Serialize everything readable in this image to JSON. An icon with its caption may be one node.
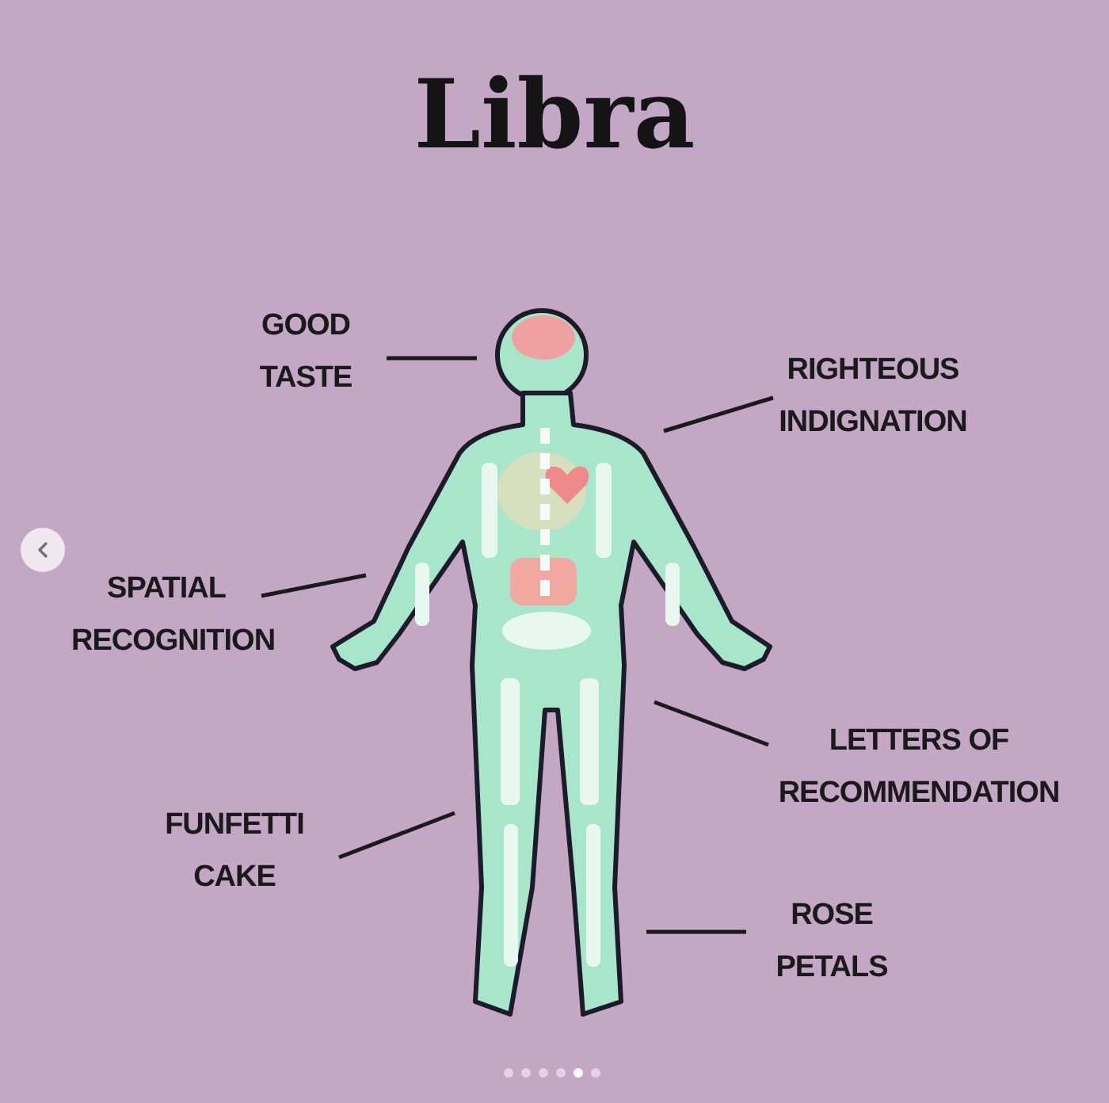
{
  "diagram": {
    "title": "Libra",
    "nodes": [
      {
        "text": [
          "GOOD TASTE"
        ]
      },
      {
        "text": [
          "RIGHTEOUS INDIGNATION"
        ]
      },
      {
        "text": [
          "SPATIAL RECOGNITION"
        ]
      },
      {
        "text": [
          "LETTERS OF RECOMMENDATION"
        ]
      },
      {
        "text": [
          "FUNFETTI CAKE"
        ]
      },
      {
        "text": [
          "ROSE PETALS"
        ]
      }
    ],
    "edges": [
      {
        "from": 0,
        "to": null,
        "arrow": "none"
      },
      {
        "from": 1,
        "to": null,
        "arrow": "none"
      },
      {
        "from": 2,
        "to": null,
        "arrow": "none"
      },
      {
        "from": 3,
        "to": null,
        "arrow": "none"
      },
      {
        "from": 4,
        "to": null,
        "arrow": "none"
      },
      {
        "from": 5,
        "to": null,
        "arrow": "none"
      }
    ]
  }
}
